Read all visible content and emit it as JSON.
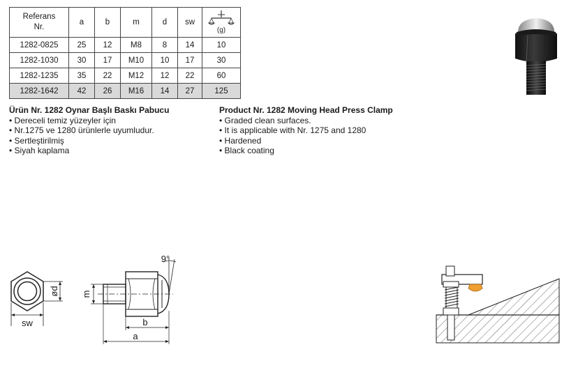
{
  "table": {
    "headers": {
      "ref": "Referans\nNr.",
      "a": "a",
      "b": "b",
      "m": "m",
      "d": "d",
      "sw": "sw",
      "weight_unit": "(g)"
    },
    "rows": [
      {
        "ref": "1282-0825",
        "a": "25",
        "b": "12",
        "m": "M8",
        "d": "8",
        "sw": "14",
        "g": "10"
      },
      {
        "ref": "1282-1030",
        "a": "30",
        "b": "17",
        "m": "M10",
        "d": "10",
        "sw": "17",
        "g": "30"
      },
      {
        "ref": "1282-1235",
        "a": "35",
        "b": "22",
        "m": "M12",
        "d": "12",
        "sw": "22",
        "g": "60"
      },
      {
        "ref": "1282-1642",
        "a": "42",
        "b": "26",
        "m": "M16",
        "d": "14",
        "sw": "27",
        "g": "125"
      }
    ]
  },
  "description_tr": {
    "title": "Ürün Nr. 1282 Oynar Başlı Baskı Pabucu",
    "items": [
      "• Dereceli temiz yüzeyler için",
      "• Nr.1275 ve 1280 ürünlerle uyumludur.",
      "• Sertleştirilmiş",
      "• Siyah kaplama"
    ]
  },
  "description_en": {
    "title": "Product Nr. 1282 Moving Head Press Clamp",
    "items": [
      "• Graded clean surfaces.",
      "• It is applicable with Nr. 1275 and 1280",
      "• Hardened",
      "• Black coating"
    ]
  },
  "drawing_labels": {
    "sw": "sw",
    "d": "ød",
    "m": "m",
    "b": "b",
    "a": "a",
    "angle": "9°"
  },
  "colors": {
    "highlight_row": "#d9d9d9",
    "clamp_tip": "#f0a030"
  }
}
